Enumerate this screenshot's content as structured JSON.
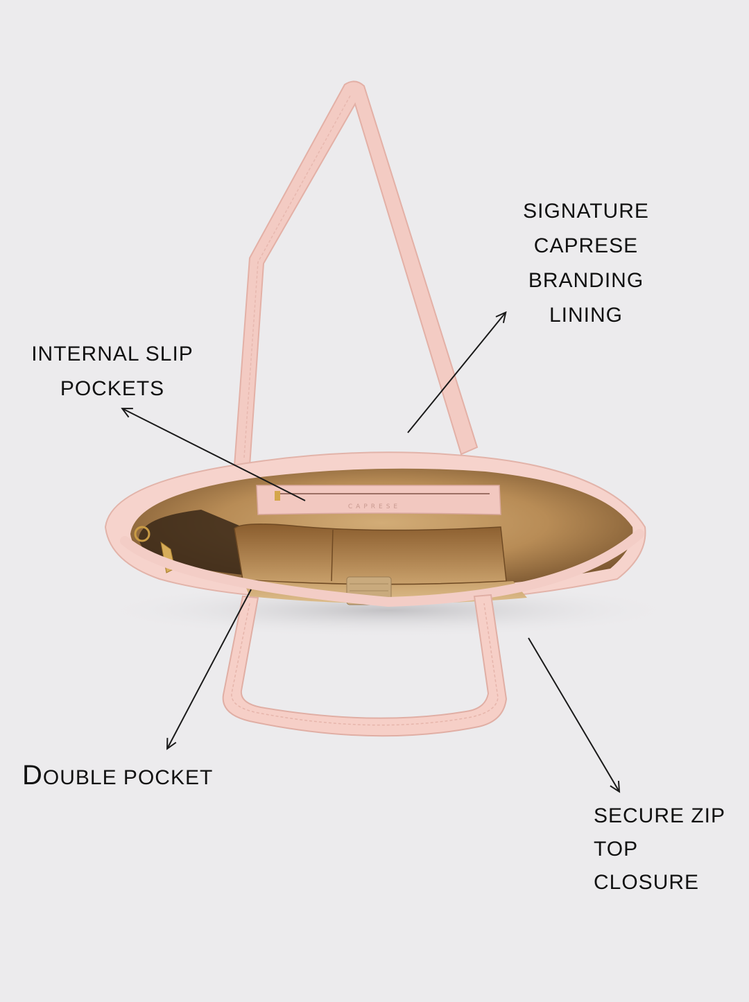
{
  "callouts": {
    "signature": {
      "lines": [
        "SIGNATURE",
        "CAPRESE",
        "BRANDING",
        "LINING"
      ]
    },
    "slip_pockets": {
      "lines": [
        "INTERNAL SLIP",
        "POCKETS"
      ]
    },
    "double_pocket": {
      "first_letter": "D",
      "rest": "ouble pocket"
    },
    "zip": {
      "lines": [
        "SECURE ZIP",
        "TOP",
        "CLOSURE"
      ]
    }
  },
  "brand_stamp": "CAPRESE",
  "colors": {
    "background": "#ecebed",
    "bag_pink": "#f4cdc6",
    "lining_gold": "#b98c55",
    "arrow": "#1a1a1a"
  }
}
